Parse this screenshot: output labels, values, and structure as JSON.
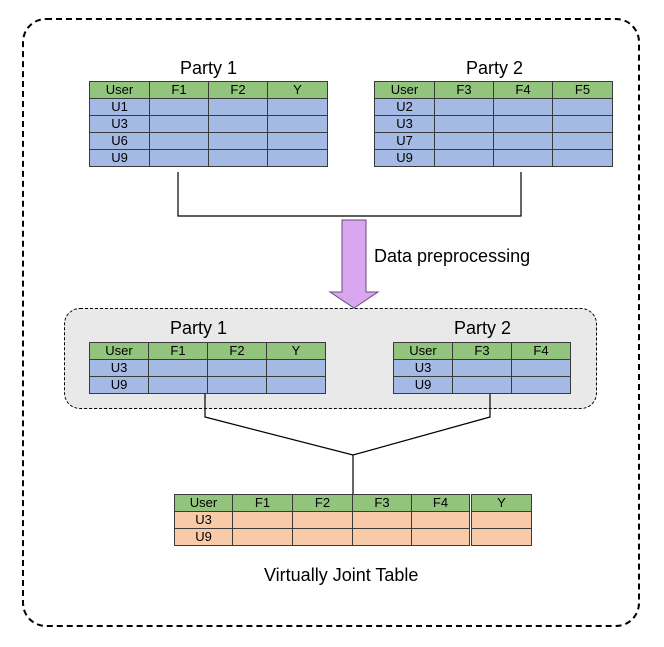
{
  "top": {
    "party1": {
      "title": "Party 1",
      "headers": [
        "User",
        "F1",
        "F2",
        "Y"
      ],
      "rows": [
        [
          "U1",
          "",
          "",
          ""
        ],
        [
          "U3",
          "",
          "",
          ""
        ],
        [
          "U6",
          "",
          "",
          ""
        ],
        [
          "U9",
          "",
          "",
          ""
        ]
      ]
    },
    "party2": {
      "title": "Party 2",
      "headers": [
        "User",
        "F3",
        "F4",
        "F5"
      ],
      "rows": [
        [
          "U2",
          "",
          "",
          ""
        ],
        [
          "U3",
          "",
          "",
          ""
        ],
        [
          "U7",
          "",
          "",
          ""
        ],
        [
          "U9",
          "",
          "",
          ""
        ]
      ]
    }
  },
  "step_label": "Data preprocessing",
  "middle": {
    "party1": {
      "title": "Party 1",
      "headers": [
        "User",
        "F1",
        "F2",
        "Y"
      ],
      "rows": [
        [
          "U3",
          "",
          "",
          ""
        ],
        [
          "U9",
          "",
          "",
          ""
        ]
      ]
    },
    "party2": {
      "title": "Party 2",
      "headers": [
        "User",
        "F3",
        "F4"
      ],
      "rows": [
        [
          "U3",
          "",
          ""
        ],
        [
          "U9",
          "",
          ""
        ]
      ]
    }
  },
  "joint": {
    "headers": [
      "User",
      "F1",
      "F2",
      "F3",
      "F4",
      "Y"
    ],
    "rows": [
      [
        "U3",
        "",
        "",
        "",
        "",
        ""
      ],
      [
        "U9",
        "",
        "",
        "",
        "",
        ""
      ]
    ],
    "label": "Virtually Joint Table"
  },
  "colors": {
    "header": "#93c47d",
    "party_rows": "#a4b9e3",
    "joint_rows": "#f8caa8",
    "arrow": "#d9a6f0",
    "middle_panel": "#e9e9e9"
  }
}
